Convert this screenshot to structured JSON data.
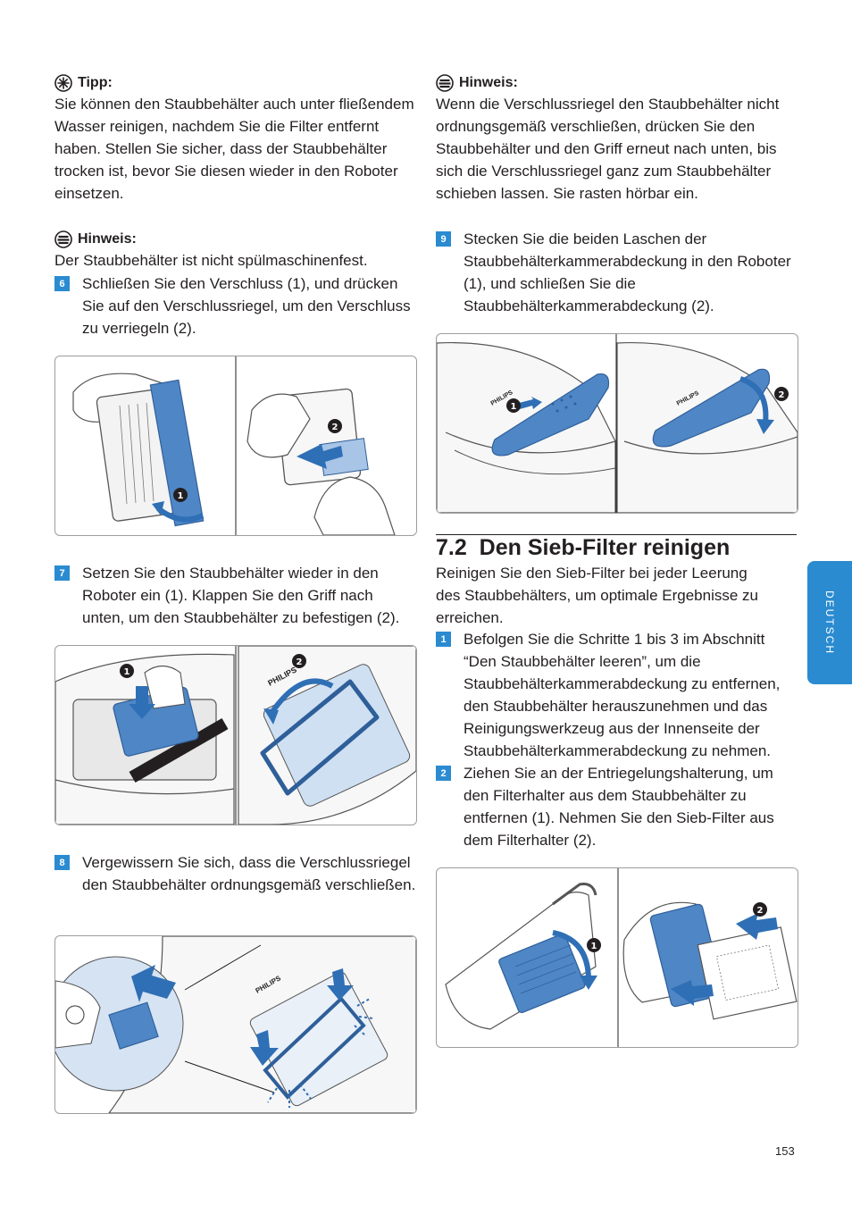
{
  "left": {
    "tip_label": "Tipp:",
    "tip_text": "Sie können den Staubbehälter auch unter fließendem Wasser reinigen, nachdem Sie die Filter entfernt haben. Stellen Sie sicher, dass der Staubbehälter trocken ist, bevor Sie diesen wieder in den Roboter einsetzen.",
    "note_label": "Hinweis:",
    "note_text": "Der Staubbehälter ist nicht spülmaschinenfest.",
    "steps": [
      {
        "num": "6",
        "text": "Schließen Sie den Verschluss (1), und drücken Sie auf den Verschlussriegel, um den Verschluss zu verriegeln (2)."
      },
      {
        "num": "7",
        "text": "Setzen Sie den Staubbehälter wieder in den Roboter ein (1). Klappen Sie den Griff nach unten, um den Staubbehälter zu befestigen (2)."
      },
      {
        "num": "8",
        "text": "Vergewissern Sie sich, dass die Verschlussriegel den Staubbehälter ordnungsgemäß verschließen."
      }
    ]
  },
  "right": {
    "note_label": "Hinweis:",
    "note_text": "Wenn die Verschlussriegel den Staubbehälter nicht ordnungsgemäß verschließen, drücken Sie den Staubbehälter und den Griff erneut nach unten, bis sich die Verschlussriegel ganz zum Staubbehälter schieben lassen. Sie rasten hörbar ein.",
    "step9": {
      "num": "9",
      "text": "Stecken Sie die beiden Laschen der Staubbehälterkammerabdeckung in den Roboter (1), und schließen Sie die Staubbehälterkammerabdeckung (2)."
    },
    "section_title": "7.2  Den Sieb-Filter reinigen",
    "section_intro": "Reinigen Sie den Sieb-Filter bei jeder Leerung des Staubbehälters, um optimale Ergebnisse zu erreichen.",
    "steps": [
      {
        "num": "1",
        "text": "Befolgen Sie die Schritte 1 bis 3 im Abschnitt “Den Staubbehälter leeren”, um die Staubbehälterkammerabdeckung zu entfernen, den Staubbehälter herauszunehmen und das Reinigungswerkzeug aus der Innenseite der Staubbehälterkammerabdeckung zu nehmen."
      },
      {
        "num": "2",
        "text": "Ziehen Sie an der Entriegelungshalterung, um den Filterhalter aus dem Staubbehälter zu entfernen (1). Nehmen Sie den Sieb-Filter aus dem Filterhalter (2)."
      }
    ]
  },
  "figure_labels": {
    "one": "1",
    "two": "2",
    "brand": "PHILIPS"
  },
  "side_tab": "DEUTSCH",
  "page_number": "153",
  "colors": {
    "accent": "#2a8bd1",
    "illustration_blue": "#4f86c6",
    "text": "#231f20"
  }
}
